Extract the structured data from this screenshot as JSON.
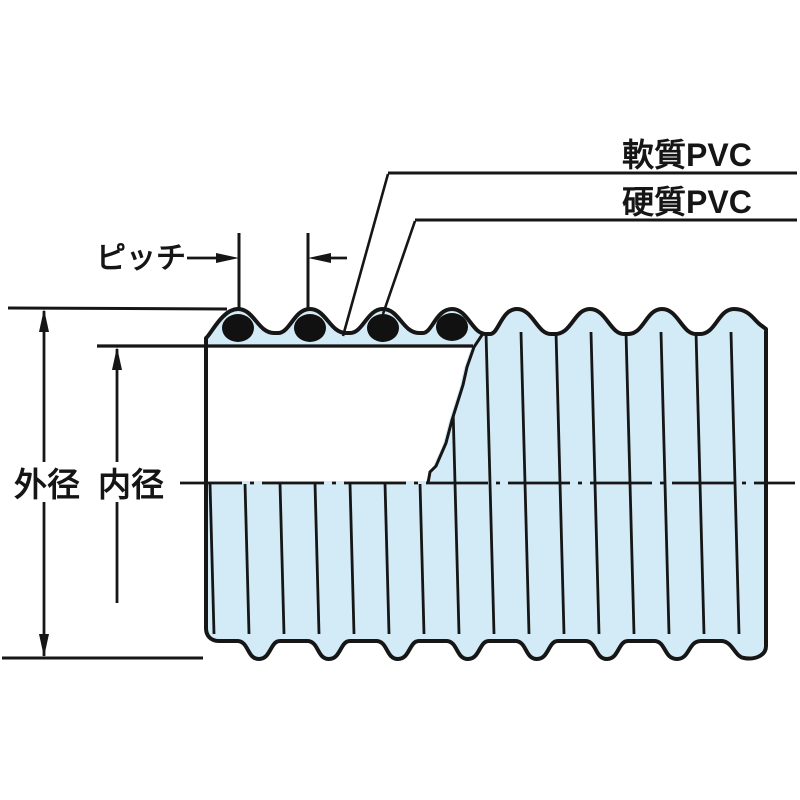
{
  "diagram": {
    "hose": {
      "soft_pvc_label": "軟質PVC",
      "hard_pvc_label": "硬質PVC"
    },
    "dimensions": {
      "pitch_label": "ピッチ",
      "outer_diameter_label": "外径",
      "inner_diameter_label": "内径"
    },
    "colors": {
      "hose_fill": "#d3ebf6",
      "line": "#161616",
      "background": "#ffffff"
    }
  }
}
